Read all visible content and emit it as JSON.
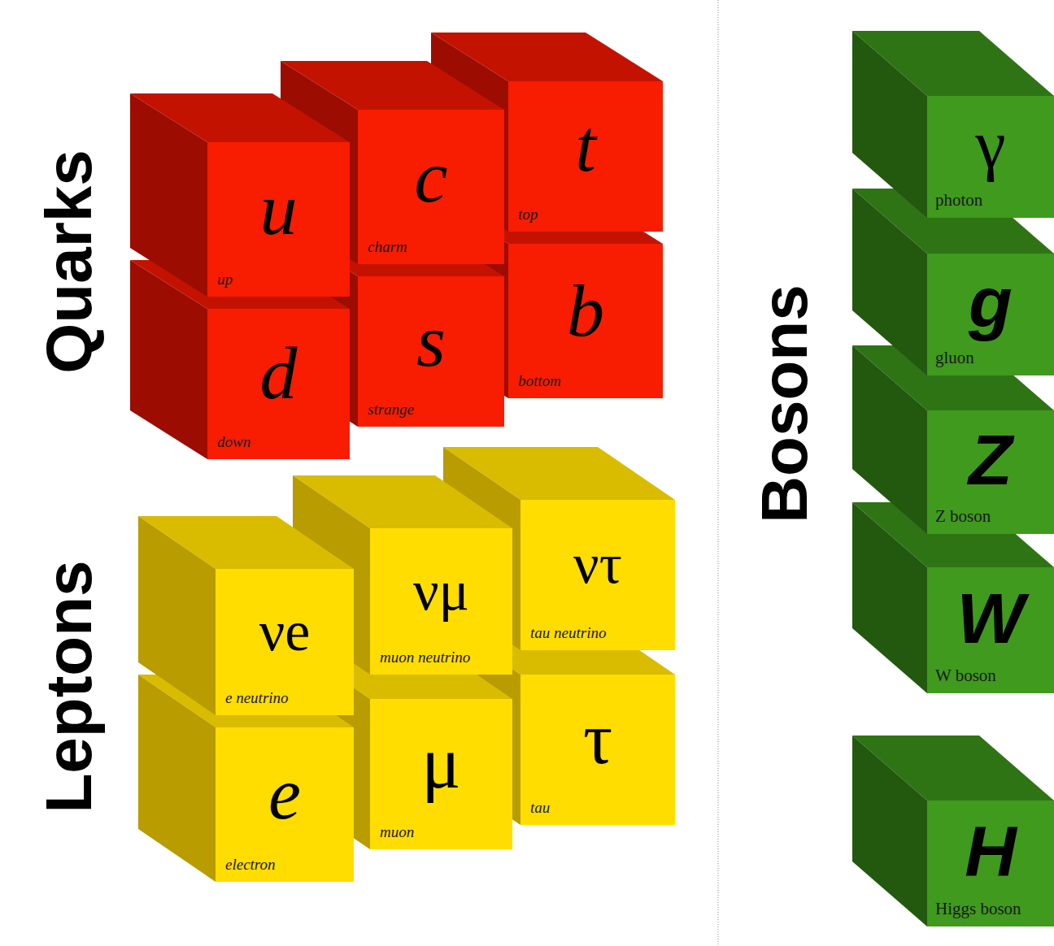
{
  "diagram": {
    "nodes": [
      {
        "text": [
          "u",
          "up"
        ]
      },
      {
        "text": [
          "c",
          "charm"
        ]
      },
      {
        "text": [
          "t",
          "top"
        ]
      },
      {
        "text": [
          "d",
          "down"
        ]
      },
      {
        "text": [
          "s",
          "strange"
        ]
      },
      {
        "text": [
          "b",
          "bottom"
        ]
      },
      {
        "text": [
          "νe",
          "e neutrino"
        ]
      },
      {
        "text": [
          "νμ",
          "muon neutrino"
        ]
      },
      {
        "text": [
          "ντ",
          "tau neutrino"
        ]
      },
      {
        "text": [
          "e",
          "electron"
        ]
      },
      {
        "text": [
          "μ",
          "muon"
        ]
      },
      {
        "text": [
          "τ",
          "tau"
        ]
      },
      {
        "text": [
          "γ",
          "photon"
        ]
      },
      {
        "text": [
          "g",
          "gluon"
        ]
      },
      {
        "text": [
          "Z",
          "Z boson"
        ]
      },
      {
        "text": [
          "W",
          "W boson"
        ]
      },
      {
        "text": [
          "H",
          "Higgs boson"
        ]
      }
    ],
    "labels": [
      "Quarks",
      "Leptons",
      "Bosons"
    ]
  }
}
